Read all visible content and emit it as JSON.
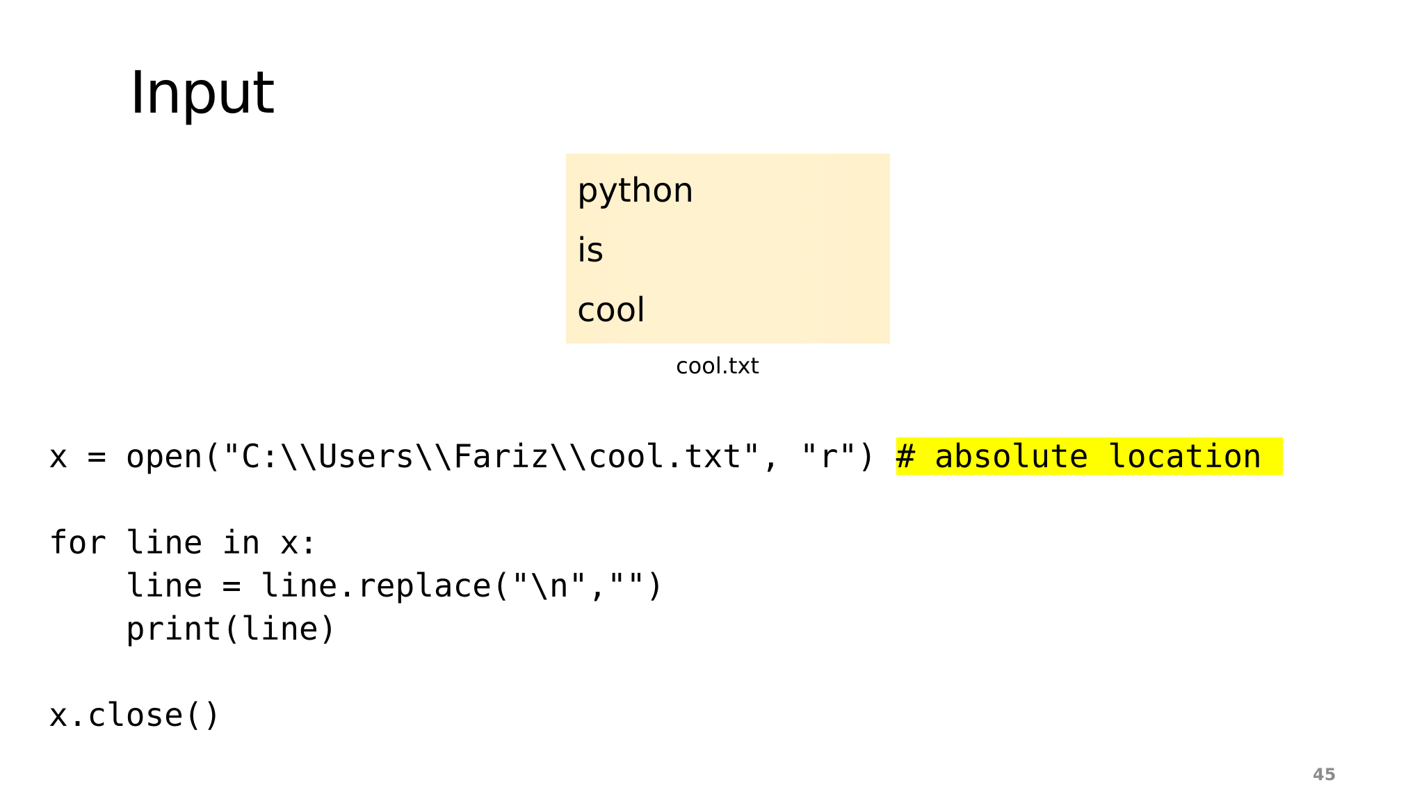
{
  "slide": {
    "title": "Input",
    "page_number": "45"
  },
  "file_preview": {
    "lines": [
      "python",
      "is",
      "cool"
    ],
    "caption": "cool.txt",
    "background_color": "#fff1cc"
  },
  "code": {
    "line1_code": "x = open(\"C:\\\\Users\\\\Fariz\\\\cool.txt\", \"r\") ",
    "line1_comment": "# absolute location",
    "line2": "for line in x:",
    "line3": "    line = line.replace(\"\\n\",\"\")",
    "line4": "    print(line)",
    "line5": "x.close()",
    "highlight_color": "#ffff00"
  }
}
